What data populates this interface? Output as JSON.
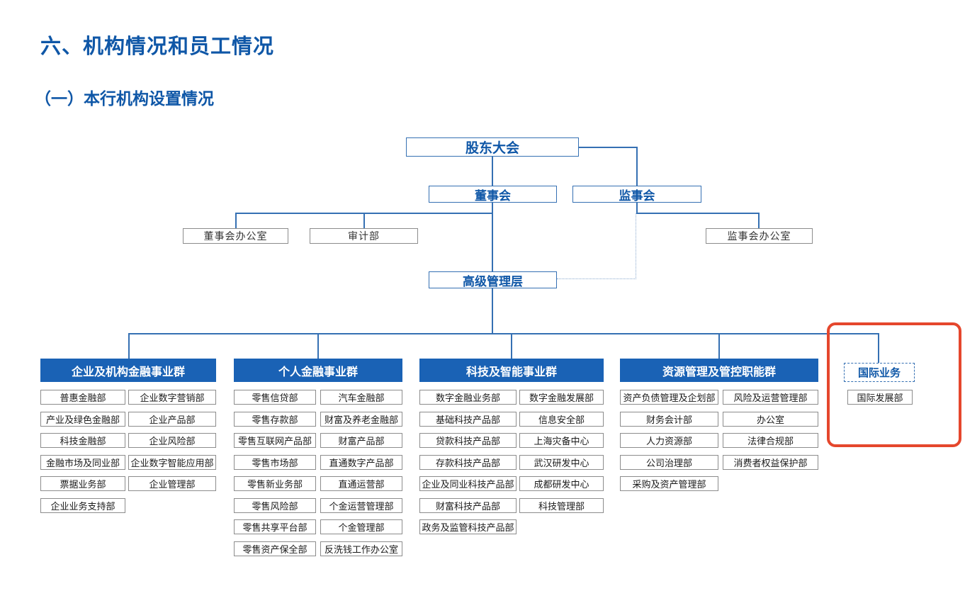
{
  "page": {
    "section_title": "六、机构情况和员工情况",
    "subsection_title": "（一）本行机构设置情况"
  },
  "org": {
    "shareholders": "股东大会",
    "board": "董事会",
    "supervisory": "监事会",
    "board_office": "董事会办公室",
    "audit_dept": "审计部",
    "supervisory_office": "监事会办公室",
    "senior_management": "高级管理层",
    "groups": [
      {
        "name": "企业及机构金融事业群",
        "col1": [
          "普惠金融部",
          "产业及绿色金融部",
          "科技金融部",
          "金融市场及同业部",
          "票据业务部",
          "企业业务支持部"
        ],
        "col2": [
          "企业数字营销部",
          "企业产品部",
          "企业风险部",
          "企业数字智能应用部",
          "企业管理部"
        ]
      },
      {
        "name": "个人金融事业群",
        "col1": [
          "零售信贷部",
          "零售存款部",
          "零售互联网产品部",
          "零售市场部",
          "零售新业务部",
          "零售风险部",
          "零售共享平台部",
          "零售资产保全部"
        ],
        "col2": [
          "汽车金融部",
          "财富及养老金融部",
          "财富产品部",
          "直通数字产品部",
          "直通运营部",
          "个金运营管理部",
          "个金管理部",
          "反洗钱工作办公室"
        ]
      },
      {
        "name": "科技及智能事业群",
        "col1": [
          "数字金融业务部",
          "基础科技产品部",
          "贷款科技产品部",
          "存款科技产品部",
          "企业及同业科技产品部",
          "财富科技产品部",
          "政务及监管科技产品部"
        ],
        "col2": [
          "数字金融发展部",
          "信息安全部",
          "上海灾备中心",
          "武汉研发中心",
          "成都研发中心",
          "科技管理部"
        ]
      },
      {
        "name": "资源管理及管控职能群",
        "col1": [
          "资产负债管理及企划部",
          "财务会计部",
          "人力资源部",
          "公司治理部",
          "采购及资产管理部"
        ],
        "col2": [
          "风险及运营管理部",
          "办公室",
          "法律合规部",
          "消费者权益保护部"
        ]
      }
    ],
    "international": {
      "name": "国际业务",
      "departments": [
        "国际发展部"
      ]
    }
  },
  "colors": {
    "title_blue": "#0F57A7",
    "group_header_fill": "#1A62B5",
    "connector_blue": "#3570B3",
    "dotted_connector_blue": "#8AA9CE",
    "box_border_gray": "#8C8C8C",
    "highlight_red": "#E5472D"
  }
}
